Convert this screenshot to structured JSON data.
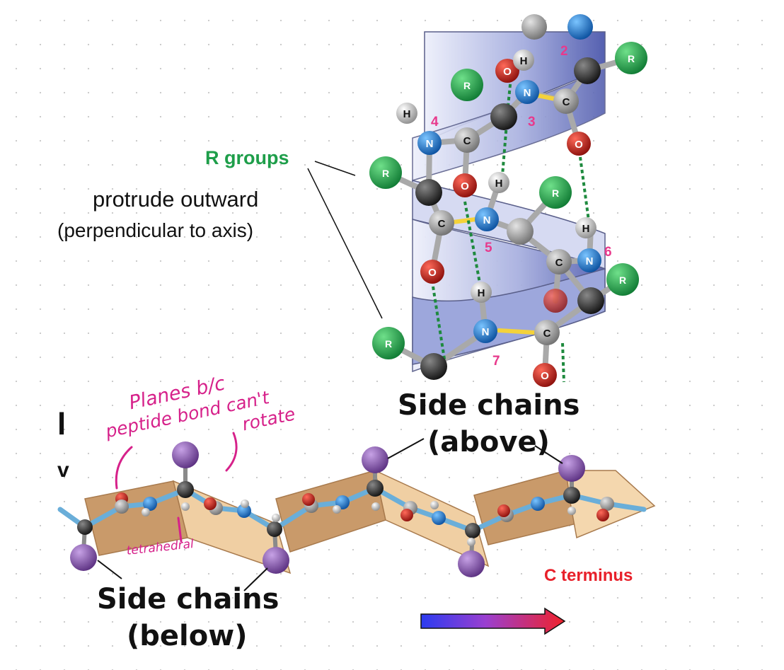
{
  "helix": {
    "label_rgroups": "R groups",
    "label_protrude": "protrude outward",
    "label_perpendicular": "(perpendicular to axis)",
    "residue_numbers": [
      "2",
      "3",
      "4",
      "5",
      "6",
      "7"
    ],
    "atom_letters": {
      "r": "R",
      "n": "N",
      "c": "C",
      "o": "O",
      "h": "H"
    }
  },
  "sheet": {
    "label_above_1": "Side chains",
    "label_above_2": "(above)",
    "label_below_1": "Side chains",
    "label_below_2": "(below)",
    "label_cterminus": "C terminus",
    "fragment_1": "l",
    "fragment_2": "v"
  },
  "annotations": {
    "line_1": "Planes b/c",
    "line_2": "peptide bond can't",
    "line_3": "rotate",
    "tetrahedral": "tetrahedral"
  },
  "colors": {
    "r_group": "#1e9e4a",
    "handwriting": "#d6218a",
    "c_terminus": "#e8202a",
    "helix_ribbon": "#7a86cc",
    "sheet_plane": "#e3b98a",
    "side_chain": "#8a5aa8"
  }
}
